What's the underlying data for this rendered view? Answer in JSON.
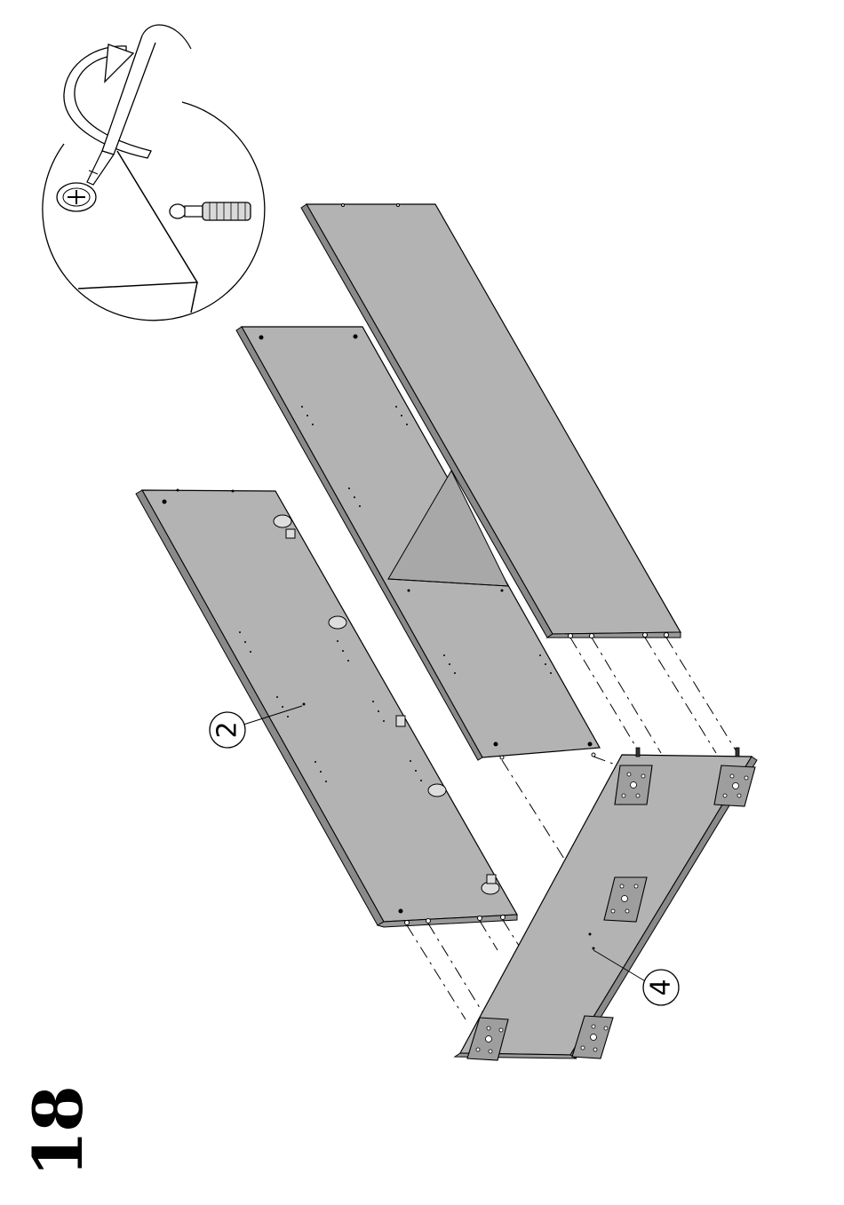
{
  "page": {
    "number": "18"
  },
  "callouts": [
    {
      "id": "panel-2",
      "label": "2"
    },
    {
      "id": "panel-4",
      "label": "4"
    }
  ],
  "colors": {
    "panel": "#b3b3b3",
    "panel_edge": "#7a7a7a",
    "line": "#000000",
    "background": "#ffffff"
  },
  "icons": [
    "screwdriver-icon",
    "rotation-arrow-icon",
    "screw-head-icon",
    "cam-dowel-icon"
  ]
}
